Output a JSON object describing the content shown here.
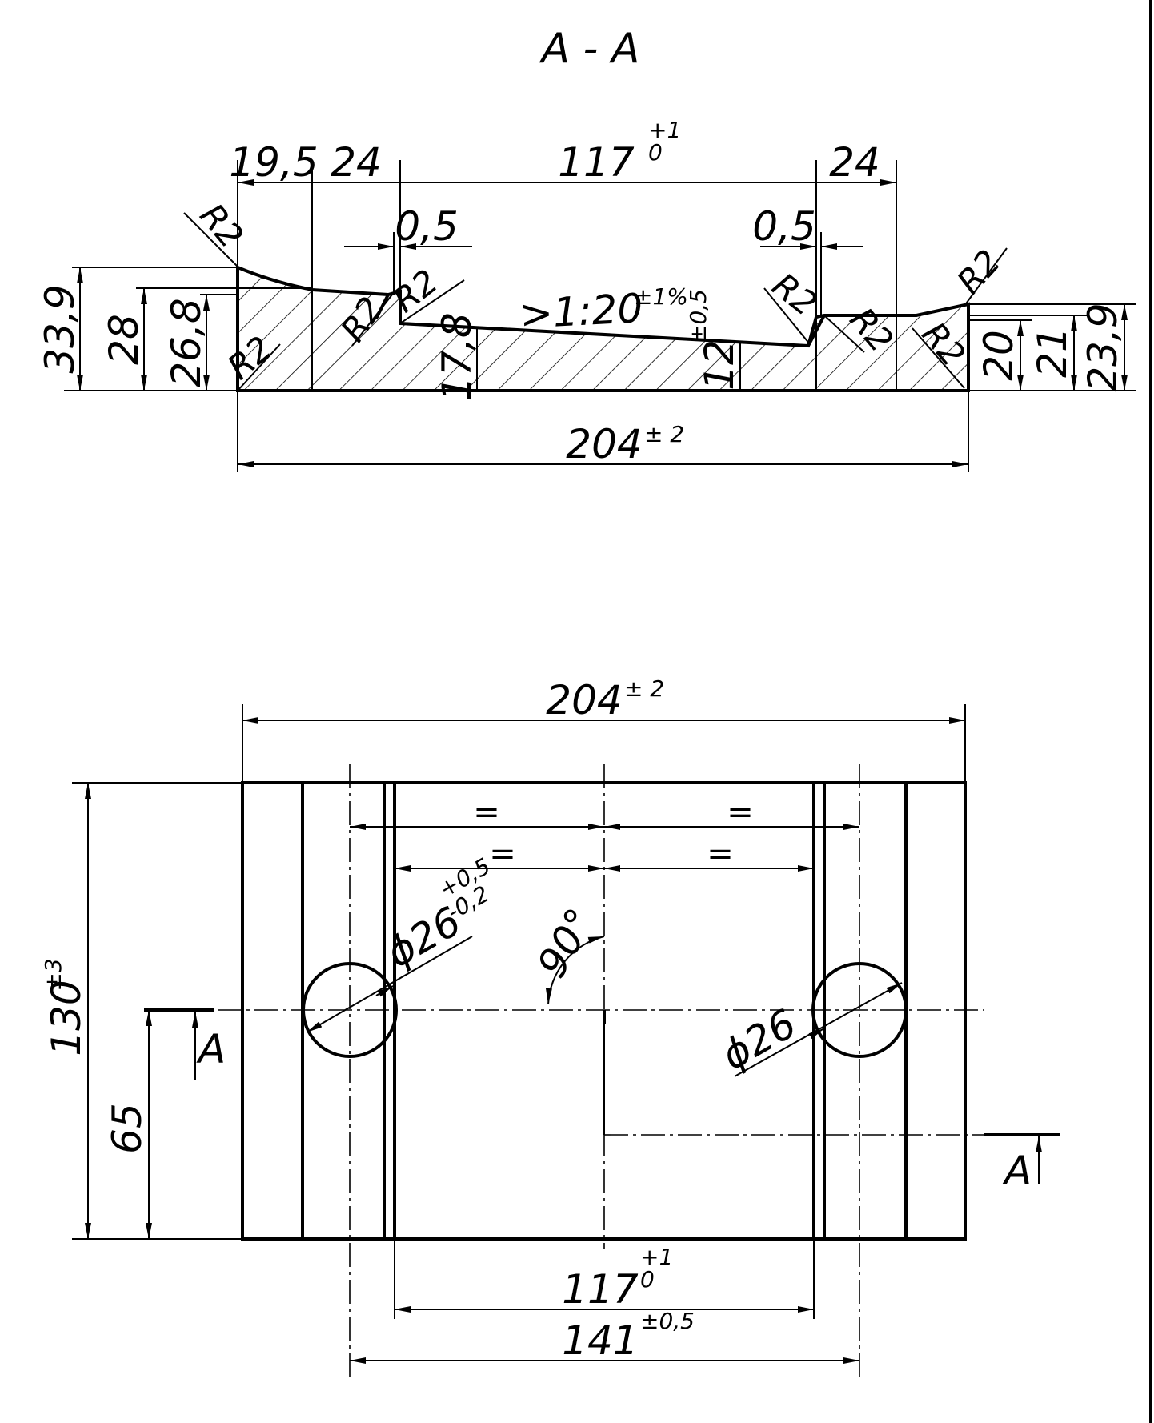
{
  "section": {
    "title": "A - A",
    "dims": {
      "d19_5": "19,5",
      "d24_left": "24",
      "d117": "117",
      "d117_tol_upper": "+1",
      "d117_tol_lower": "0",
      "d24_right": "24",
      "d0_5_left": "0,5",
      "d0_5_right": "0,5",
      "d33_9": "33,9",
      "d28": "28",
      "d26_8": "26,8",
      "d17_8": "17,8",
      "d12": "12",
      "d12_tol": "±0,5",
      "d20": "20",
      "d21": "21",
      "d23_9": "23,9",
      "d204": "204",
      "d204_tol": "± 2",
      "slope": ">1:20",
      "slope_tol": "±1%"
    },
    "radius_label": "R2"
  },
  "plan": {
    "d204": "204",
    "d204_tol": "± 2",
    "d130": "130",
    "d130_tol": "±3",
    "d65": "65",
    "section_marker": "A",
    "equal_sign": "=",
    "hole_left": "ϕ26",
    "hole_left_tol_upper": "+0,5",
    "hole_left_tol_lower": "-0,2",
    "hole_right": "ϕ26",
    "angle": "90°",
    "d117": "117",
    "d117_tol_upper": "+1",
    "d117_tol_lower": "0",
    "d141": "141",
    "d141_tol": "±0,5"
  }
}
